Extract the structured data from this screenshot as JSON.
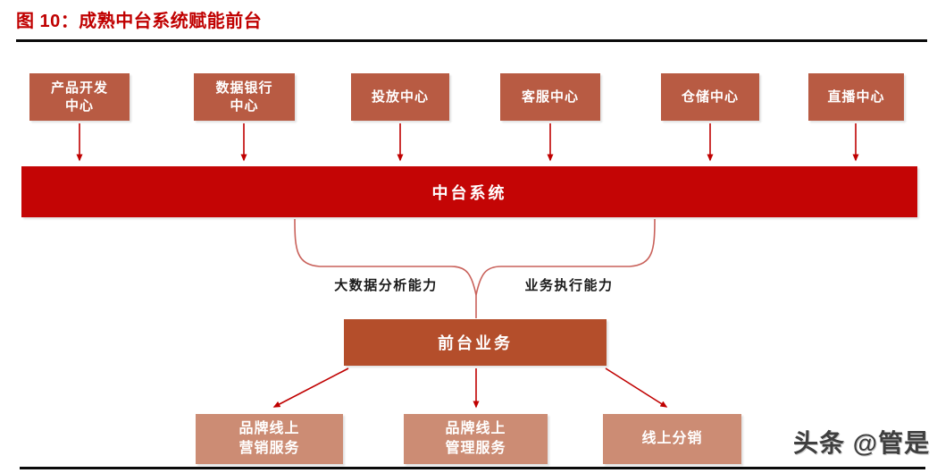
{
  "figure": {
    "title": "图 10：成熟中台系统赋能前台",
    "watermark": "头条 @管是"
  },
  "diagram": {
    "top_centers": [
      {
        "lines": [
          "产品开发",
          "中心"
        ]
      },
      {
        "lines": [
          "数据银行",
          "中心"
        ]
      },
      {
        "lines": [
          "投放中心"
        ]
      },
      {
        "lines": [
          "客服中心"
        ]
      },
      {
        "lines": [
          "仓储中心"
        ]
      },
      {
        "lines": [
          "直播中心"
        ]
      }
    ],
    "mid_platform": {
      "label": "中台系统"
    },
    "capabilities": [
      {
        "label": "大数据分析能力"
      },
      {
        "label": "业务执行能力"
      }
    ],
    "front_office": {
      "label": "前台业务"
    },
    "front_services": [
      {
        "lines": [
          "品牌线上",
          "营销服务"
        ]
      },
      {
        "lines": [
          "品牌线上",
          "管理服务"
        ]
      },
      {
        "lines": [
          "线上分销"
        ]
      }
    ]
  },
  "colors": {
    "title-red": "#C00000",
    "bar-red": "#C40505",
    "center-box": "#B85B43",
    "front-office-box": "#B44E2B",
    "service-box": "#CC8C74",
    "arrow-red": "#C00000",
    "brace-red": "#C9615A",
    "rule-black": "#0A0A0A",
    "watermark-gray": "#3F3F3F"
  }
}
